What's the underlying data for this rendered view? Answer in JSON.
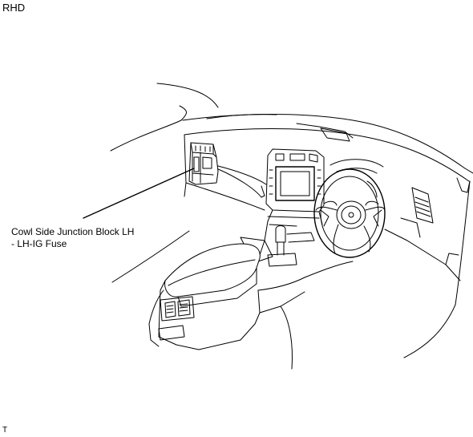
{
  "corner_label": "RHD",
  "callout": {
    "line1": "Cowl Side Junction Block LH",
    "line2": "- LH-IG Fuse"
  },
  "figure_code": "T"
}
